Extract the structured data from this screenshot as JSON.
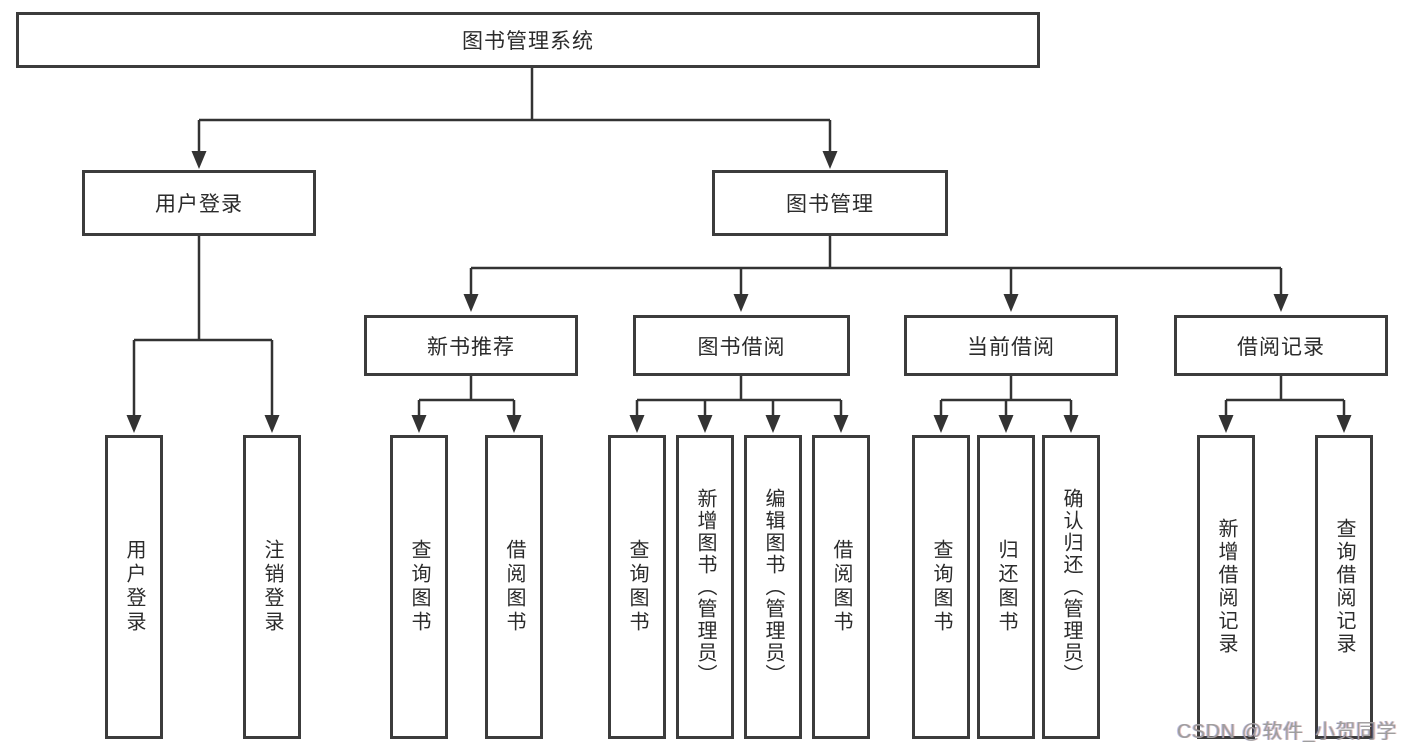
{
  "diagram": {
    "title": "图书管理系统",
    "colors": {
      "background": "#ffffff",
      "box_border": "#3c3c3c",
      "line": "#333333",
      "text": "#2b2b2b",
      "watermark": "#9e9e9e"
    },
    "watermark": "CSDN @软件_小贺同学",
    "nodes": {
      "root": "图书管理系统",
      "user_login": "用户登录",
      "book_management": "图书管理",
      "new_book_recommend": "新书推荐",
      "book_borrow": "图书借阅",
      "current_borrow": "当前借阅",
      "borrow_records": "借阅记录",
      "leaf_user_login": "用户登录",
      "leaf_logout": "注销登录",
      "leaf_query_books_recommend": "查询图书",
      "leaf_borrow_books_recommend": "借阅图书",
      "leaf_query_books_borrow": "查询图书",
      "leaf_add_books_admin": "新增图书（管理员）",
      "leaf_edit_books_admin": "编辑图书（管理员）",
      "leaf_borrow_books_borrow": "借阅图书",
      "leaf_query_books_current": "查询图书",
      "leaf_return_books": "归还图书",
      "leaf_confirm_return_admin": "确认归还（管理员）",
      "leaf_add_borrow_record": "新增借阅记录",
      "leaf_query_borrow_record": "查询借阅记录"
    }
  }
}
